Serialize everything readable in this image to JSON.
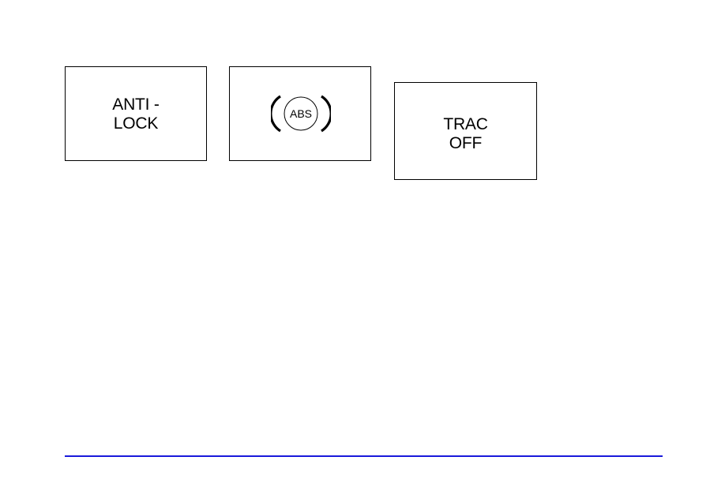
{
  "indicators": [
    {
      "id": "anti-lock",
      "lines": [
        "ANTI -",
        "LOCK"
      ]
    },
    {
      "id": "abs",
      "symbol_text": "ABS",
      "icon": "abs-brake-warning-icon"
    },
    {
      "id": "trac-off",
      "lines": [
        "TRAC",
        "OFF"
      ]
    }
  ],
  "colors": {
    "border": "#000000",
    "footer_rule": "#1a1adb",
    "background": "#ffffff"
  }
}
